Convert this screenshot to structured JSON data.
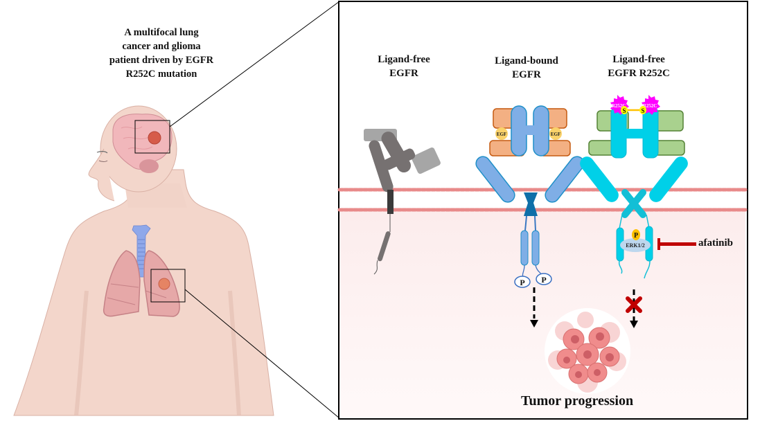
{
  "left_panel": {
    "title_lines": [
      "A multifocal  lung",
      "cancer and glioma",
      "patient driven by EGFR",
      "R252C mutation"
    ],
    "figure": "female-body-with-brain-and-lung-tumors"
  },
  "right_panel": {
    "columns": [
      {
        "title_lines": [
          "Ligand-free",
          "EGFR"
        ],
        "receptor_color": "#6f6d6d"
      },
      {
        "title_lines": [
          "Ligand-bound",
          "EGFR"
        ],
        "receptor_color": "#7faee6",
        "ligand_label": "EGF",
        "phospho_label": "P"
      },
      {
        "title_lines": [
          "Ligand-free",
          "EGFR R252C"
        ],
        "receptor_color": "#00d0e8",
        "mutation_label": "R252C",
        "disulfide_label": "S",
        "phospho_label": "P",
        "kinase_label": "ERK1/2"
      }
    ],
    "inhibitor_label": "afatinib",
    "outcome_label": "Tumor progression",
    "colors": {
      "membrane": "#e88a8a",
      "cytoplasm": "#fdf0f0",
      "inhibitor": "#c00000",
      "mutation": "#ff00ff",
      "egf_domain": "#f3b083",
      "mutant_domain": "#a9d18e"
    }
  }
}
